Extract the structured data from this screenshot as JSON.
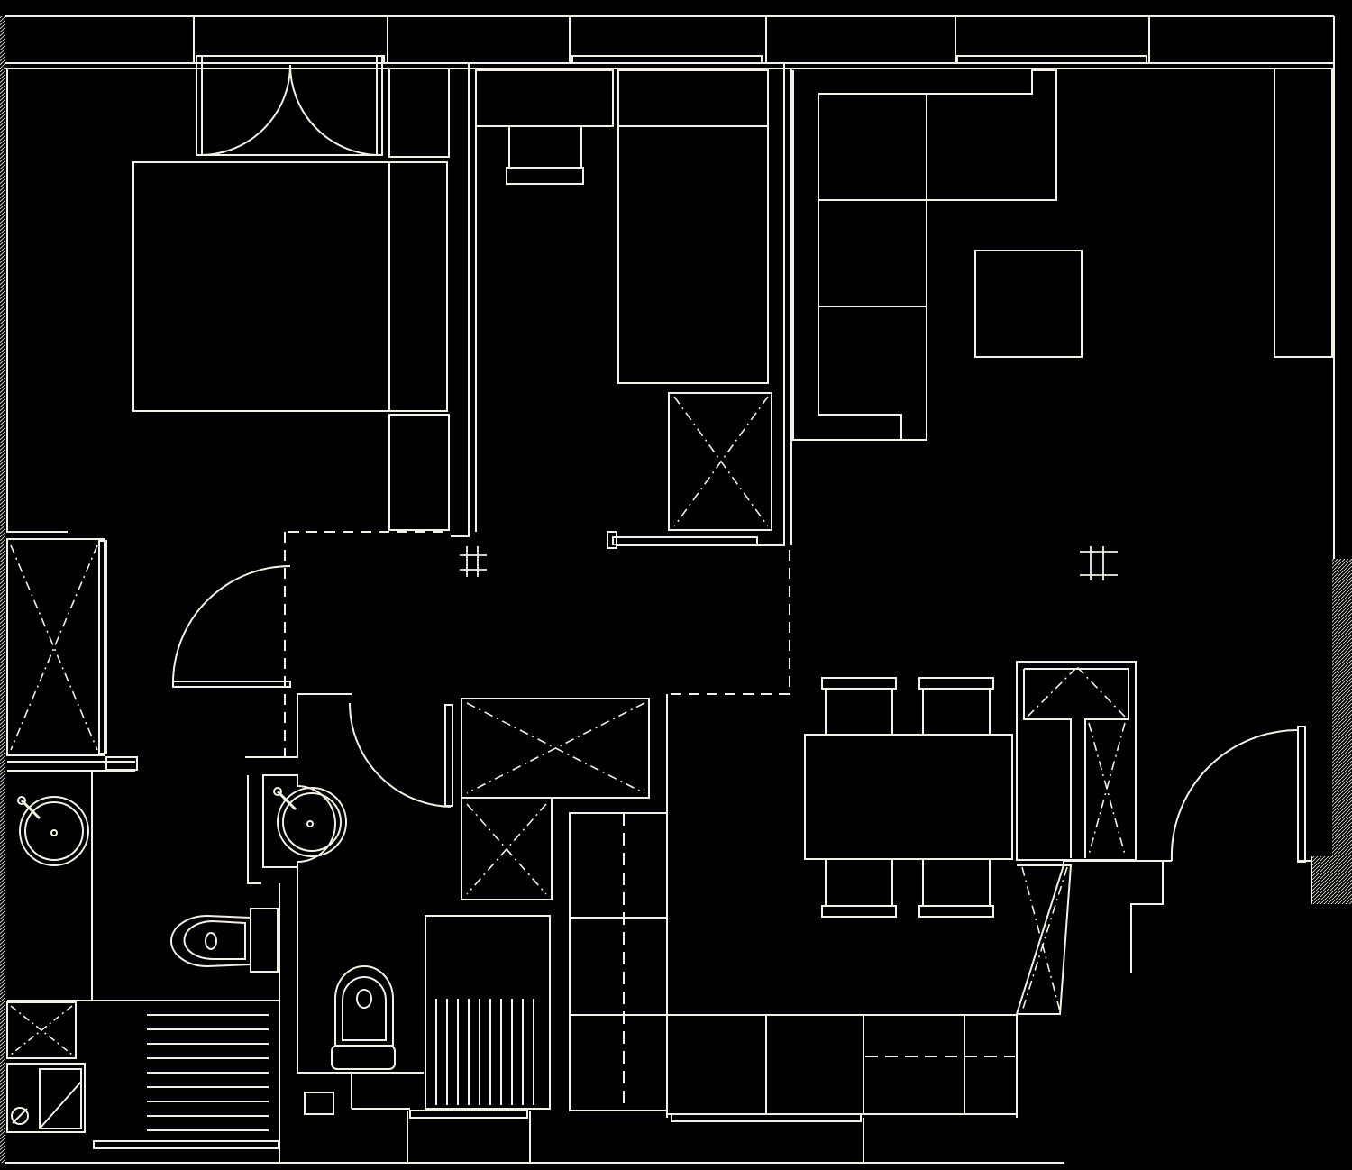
{
  "drawing": {
    "background_color": "#000000",
    "line_color": "#f2efe4",
    "hatch_color": "#d8d4c8",
    "style": "architectural floor plan, white line work on black"
  },
  "rooms": {
    "bedroom_1": {
      "items": [
        "double-bed",
        "wardrobe",
        "door-swing-double"
      ]
    },
    "bedroom_2": {
      "items": [
        "single-bed",
        "desk",
        "wardrobe"
      ]
    },
    "living": {
      "items": [
        "l-sofa",
        "coffee-table",
        "tv-cabinet"
      ]
    },
    "dining": {
      "items": [
        "dining-table",
        "chair",
        "chair",
        "chair",
        "chair"
      ]
    },
    "bathroom_1": {
      "items": [
        "basin",
        "toilet",
        "shower",
        "washer"
      ]
    },
    "bathroom_2": {
      "items": [
        "basin",
        "toilet"
      ]
    },
    "kitchen": {
      "items": [
        "sink",
        "counter",
        "cabinets"
      ]
    },
    "entry": {
      "items": [
        "entry-door",
        "shoe-cabinet"
      ]
    }
  },
  "symbols": [
    "ceiling-light-icon",
    "ceiling-light-icon",
    "cabinet-cross-icon"
  ]
}
